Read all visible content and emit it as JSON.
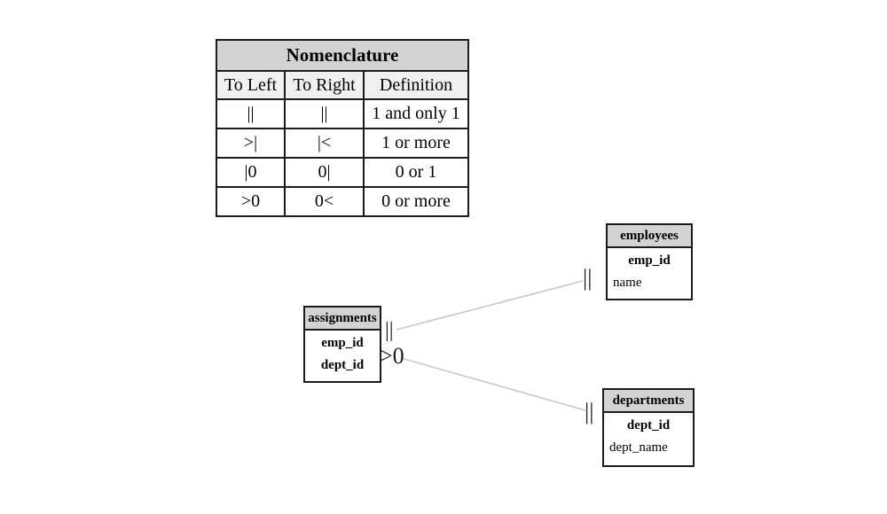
{
  "nomenclature": {
    "title": "Nomenclature",
    "columns": [
      "To Left",
      "To Right",
      "Definition"
    ],
    "rows": [
      {
        "left": "||",
        "right": "||",
        "definition": "1 and only 1"
      },
      {
        "left": ">|",
        "right": "|<",
        "definition": "1 or more"
      },
      {
        "left": "|0",
        "right": "0|",
        "definition": "0 or 1"
      },
      {
        "left": ">0",
        "right": "0<",
        "definition": "0 or more"
      }
    ]
  },
  "entities": {
    "employees": {
      "name": "employees",
      "key_fields": [
        "emp_id"
      ],
      "fields": [
        "name"
      ]
    },
    "assignments": {
      "name": "assignments",
      "key_fields": [
        "emp_id",
        "dept_id"
      ],
      "fields": []
    },
    "departments": {
      "name": "departments",
      "key_fields": [
        "dept_id"
      ],
      "fields": [
        "dept_name"
      ]
    }
  },
  "relationships": [
    {
      "from": "assignments",
      "to": "employees",
      "from_symbol": "||",
      "to_symbol": "||"
    },
    {
      "from": "assignments",
      "to": "departments",
      "from_symbol": ">0",
      "to_symbol": "||"
    }
  ],
  "colors": {
    "table_title_bg": "#d3d3d3",
    "table_header_bg": "#f0f0f0",
    "entity_header_bg": "#d3d3d3",
    "border": "#1a1a1a",
    "relationship_line": "#c8c8c8",
    "symbol_color": "#1f1f1f"
  }
}
